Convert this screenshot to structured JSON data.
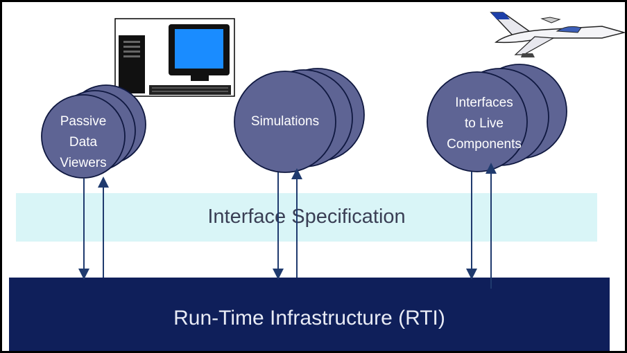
{
  "components": [
    {
      "id": "viewers",
      "lines": [
        "Passive",
        "Data",
        "Viewers"
      ]
    },
    {
      "id": "simulations",
      "lines": [
        "Simulations"
      ]
    },
    {
      "id": "live",
      "lines": [
        "Interfaces",
        "to Live",
        "Components"
      ]
    }
  ],
  "interface_spec": "Interface Specification",
  "rti": "Run-Time Infrastructure (RTI)",
  "icons": [
    "computer-icon",
    "fighter-jet-icon"
  ],
  "colors": {
    "circle_fill": "#5e6494",
    "circle_edge": "#0f1840",
    "band": "#d9f5f7",
    "rti": "#0f1f5a",
    "arrow": "#1f3a6e"
  }
}
